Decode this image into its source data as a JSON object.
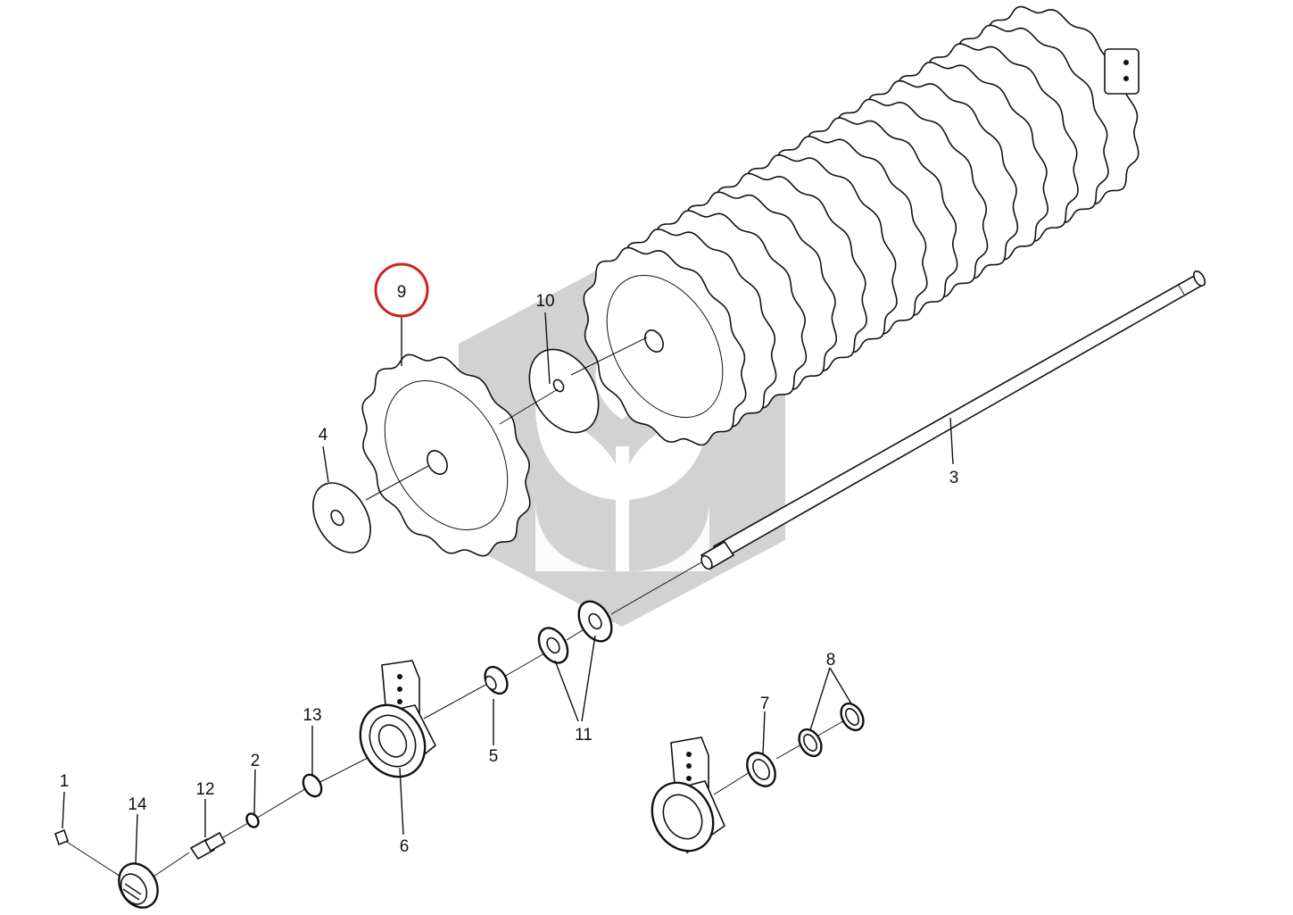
{
  "diagram": {
    "highlight_color": "#cc2222",
    "watermark_color": "#d2d2d2",
    "highlighted_part": "9",
    "labels": {
      "p1": "1",
      "p2": "2",
      "p3": "3",
      "p4": "4",
      "p5": "5",
      "p6": "6",
      "p7": "7",
      "p8": "8",
      "p9": "9",
      "p10": "10",
      "p11": "11",
      "p12": "12",
      "p13": "13",
      "p14": "14"
    }
  }
}
